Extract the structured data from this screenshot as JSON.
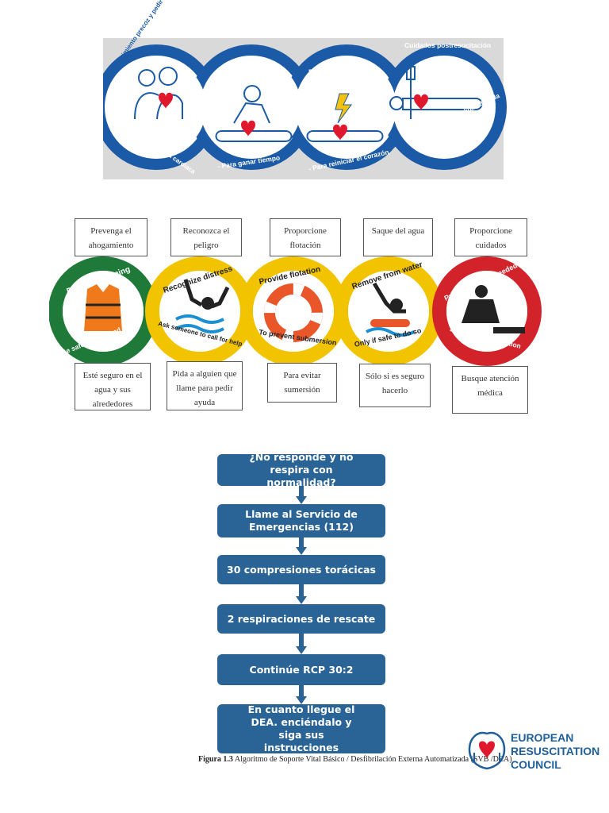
{
  "chain_of_survival": {
    "links": [
      {
        "title": "Reconocimiento precoz y pedir ayuda",
        "subtitle": "- Para prevenir la parada cardiaca"
      },
      {
        "title": "RCP precoz",
        "subtitle": "- Para ganar tiempo"
      },
      {
        "title": "Desfibrilación precoz",
        "subtitle": "- Para reiniciar el corazón"
      },
      {
        "title": "Cuidados postresucitación",
        "subtitle": "- Para restaurar la calidad de vida"
      }
    ],
    "colors": {
      "ring": "#1b5aa6",
      "heart": "#e0182d"
    }
  },
  "drowning_chain": {
    "top_boxes": [
      "Prevenga el ahogamiento",
      "Reconozca el peligro",
      "Proporcione flotación",
      "Saque del agua",
      "Proporcione cuidados"
    ],
    "links": [
      {
        "top": "Prevent drowning",
        "bottom": "Be safe in & around water",
        "color": "#1f7a3a",
        "icon": "life-vest-icon"
      },
      {
        "top": "Recognize distress",
        "bottom": "Ask someone to call for help",
        "color": "#f2c400",
        "icon": "drowning-person-icon"
      },
      {
        "top": "Provide flotation",
        "bottom": "To prevent submersion",
        "color": "#f2c400",
        "icon": "life-ring-icon"
      },
      {
        "top": "Remove from water",
        "bottom": "Only if safe to do so",
        "color": "#f2c400",
        "icon": "rescue-person-icon"
      },
      {
        "top": "Provide care as needed",
        "bottom": "Seek medical attention",
        "color": "#d2232a",
        "icon": "cpr-icon"
      }
    ],
    "bottom_boxes": [
      "Esté seguro en el agua  y sus alrededores",
      "Pida a alguien que llame para pedir ayuda",
      "Para evitar sumersión",
      "Sólo si es seguro hacerlo",
      "Busque atención médica"
    ]
  },
  "flowchart": {
    "steps": [
      "¿No responde y no respira con normalidad?",
      "Llame al Servicio de Emergencias (112)",
      "30 compresiones torácicas",
      "2 respiraciones de rescate",
      "Continúe RCP 30:2",
      "En cuanto llegue el DEA. enciéndalo y siga sus instrucciones"
    ],
    "color": "#2a6496"
  },
  "caption": {
    "label": "Figura 1.3",
    "text": "Algoritmo de Soporte Vital Básico / Desfibrilación Externa Automatizada (SVB /DEA)"
  },
  "logo": {
    "lines": [
      "EUROPEAN",
      "RESUSCITATION",
      "COUNCIL"
    ]
  }
}
